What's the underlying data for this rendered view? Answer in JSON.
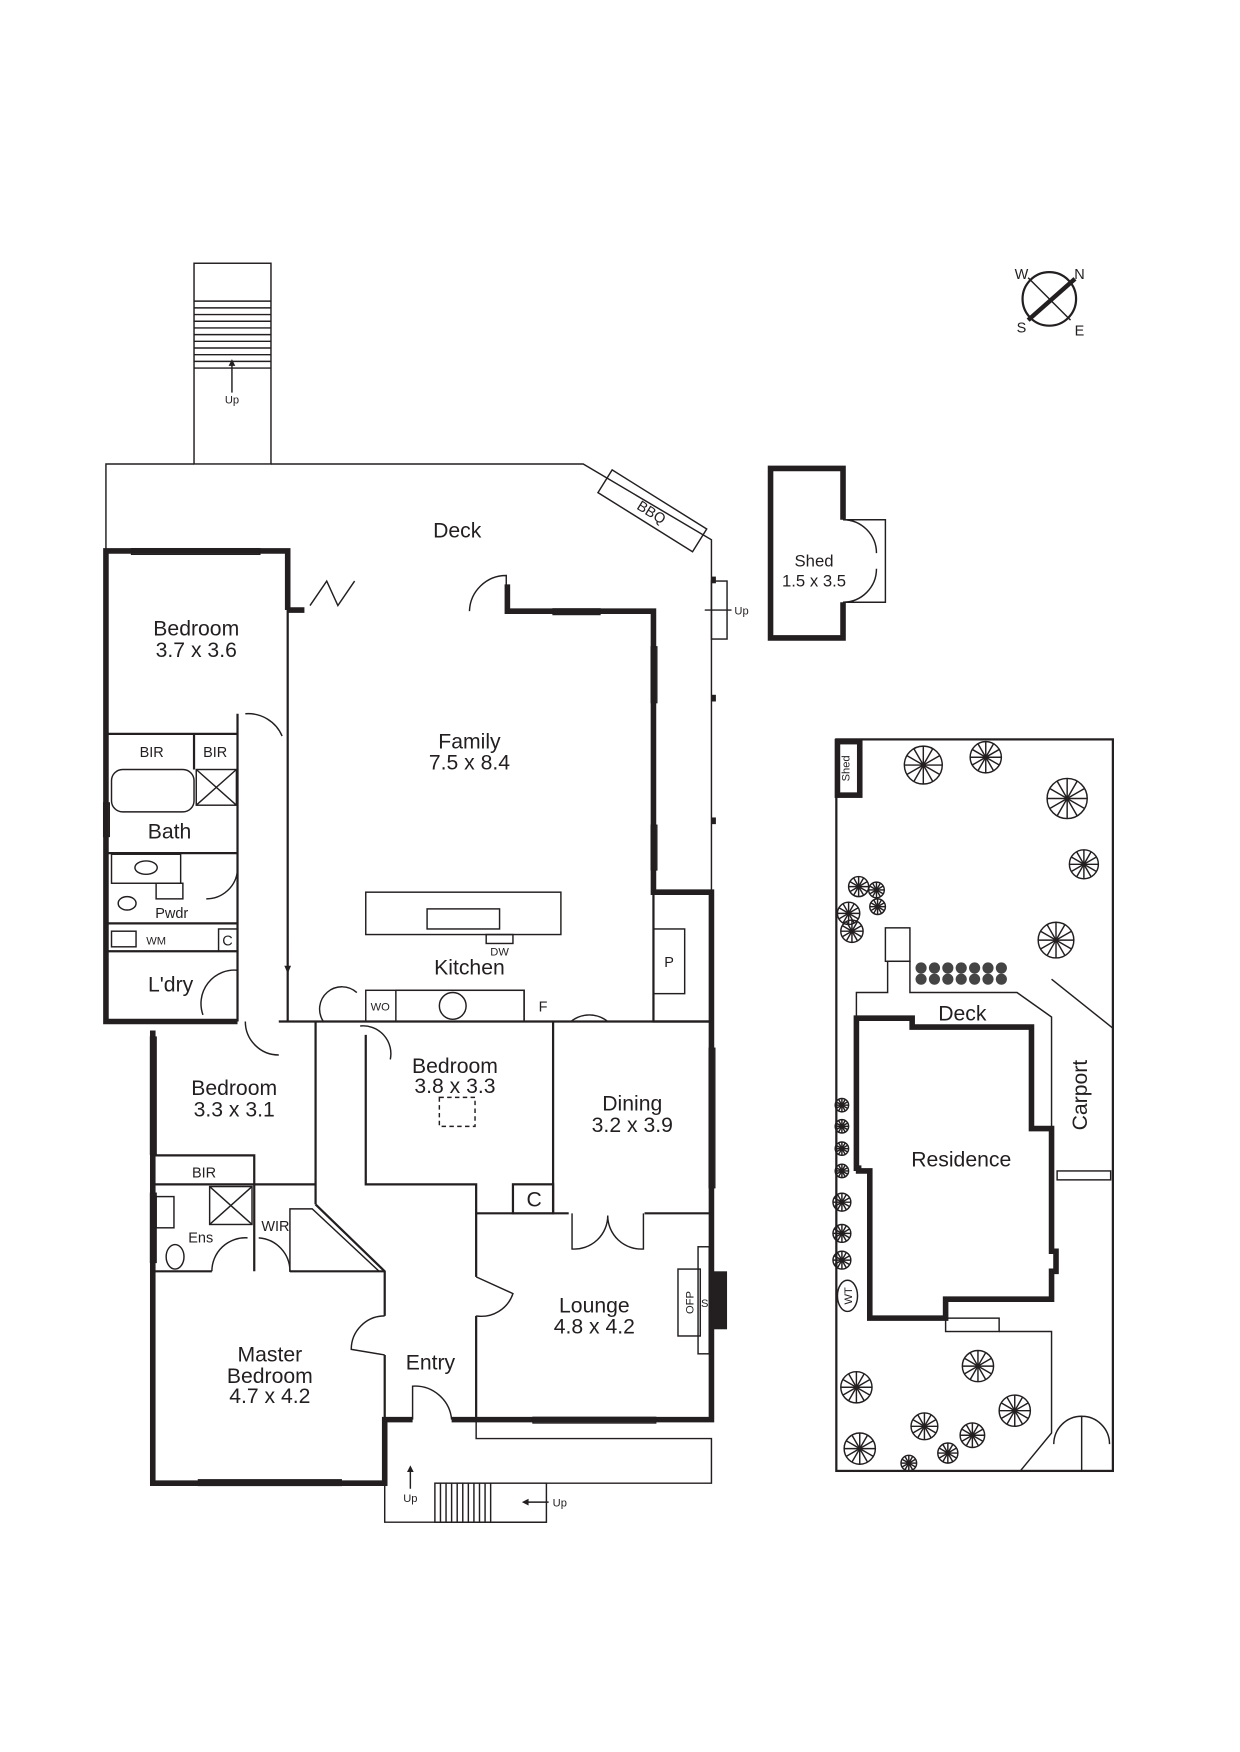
{
  "compass": {
    "n": "N",
    "s": "S",
    "e": "E",
    "w": "W"
  },
  "rooms": {
    "deck": "Deck",
    "bbq": "BBQ",
    "shed": {
      "name": "Shed",
      "size": "1.5 x 3.5"
    },
    "bed1": {
      "name": "Bedroom",
      "size": "3.7 x 3.6"
    },
    "family": {
      "name": "Family",
      "size": "7.5 x 8.4"
    },
    "bir1": "BIR",
    "bir2": "BIR",
    "bath": "Bath",
    "pwdr": "Pwdr",
    "wm": "WM",
    "c1": "C",
    "ldry": "L'dry",
    "kitchen": "Kitchen",
    "dw": "DW",
    "wo": "WO",
    "f": "F",
    "p": "P",
    "bed2": {
      "name": "Bedroom",
      "size": "3.3 x 3.1"
    },
    "bed3": {
      "name": "Bedroom",
      "size": "3.8 x 3.3"
    },
    "dining": {
      "name": "Dining",
      "size": "3.2 x 3.9"
    },
    "c2": "C",
    "bir3": "BIR",
    "ens": "Ens",
    "wir": "WIR",
    "master": {
      "name1": "Master",
      "name2": "Bedroom",
      "size": "4.7 x 4.2"
    },
    "entry": "Entry",
    "lounge": {
      "name": "Lounge",
      "size": "4.8 x 4.2"
    },
    "ofp": "OFP",
    "s": "S"
  },
  "stairs": {
    "up1": "Up",
    "up2": "Up",
    "up3": "Up",
    "up4": "Up"
  },
  "site": {
    "shed": "Shed",
    "deck": "Deck",
    "carport": "Carport",
    "residence": "Residence",
    "wt": "WT"
  }
}
